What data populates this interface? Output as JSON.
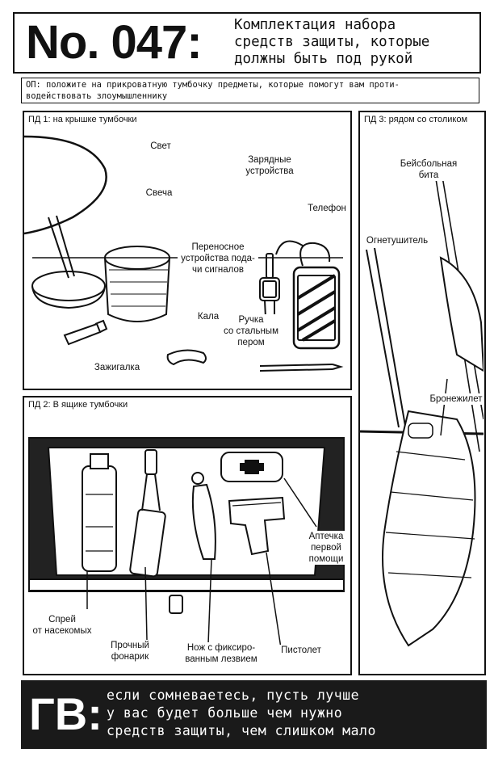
{
  "header": {
    "number": "No. 047:",
    "title_lines": [
      "Комплектация набора",
      "средств защиты, которые",
      "должны быть под рукой"
    ]
  },
  "objective": {
    "lines": [
      "ОП: положите на прикроватную тумбочку предметы, которые помогут вам проти-",
      "водействовать злоумышленнику"
    ]
  },
  "panel1": {
    "title": "ПД 1: на крышке тумбочки",
    "labels": {
      "lamp": "Свет",
      "candle": "Свеча",
      "chargers": [
        "Зарядные",
        "устройства"
      ],
      "phone": "Телефон",
      "signal": [
        "Переносное",
        "устройства пода-",
        "чи сигналов"
      ],
      "mouthguard": "Кала",
      "pen": [
        "Ручка",
        "со стальным",
        "пером"
      ],
      "lighter": "Зажигалка"
    }
  },
  "panel2": {
    "title": "ПД 2: В ящике тумбочки",
    "labels": {
      "firstaid": [
        "Аптечка",
        "первой",
        "помощи"
      ],
      "spray": [
        "Спрей",
        "от насекомых"
      ],
      "flashlight": [
        "Прочный",
        "фонарик"
      ],
      "knife": [
        "Нож с фиксиро-",
        "ванным лезвием"
      ],
      "pistol": "Пистолет"
    }
  },
  "panel3": {
    "title": "ПД 3: рядом со столиком",
    "labels": {
      "bat": [
        "Бейсбольная",
        "бита"
      ],
      "extinguisher": "Огнетушитель",
      "vest": "Бронежилет"
    }
  },
  "footer": {
    "label": "ГВ:",
    "lines": [
      "если сомневаетесь, пусть лучше",
      "у вас будет больше чем нужно",
      "средств защиты, чем слишком мало"
    ]
  }
}
